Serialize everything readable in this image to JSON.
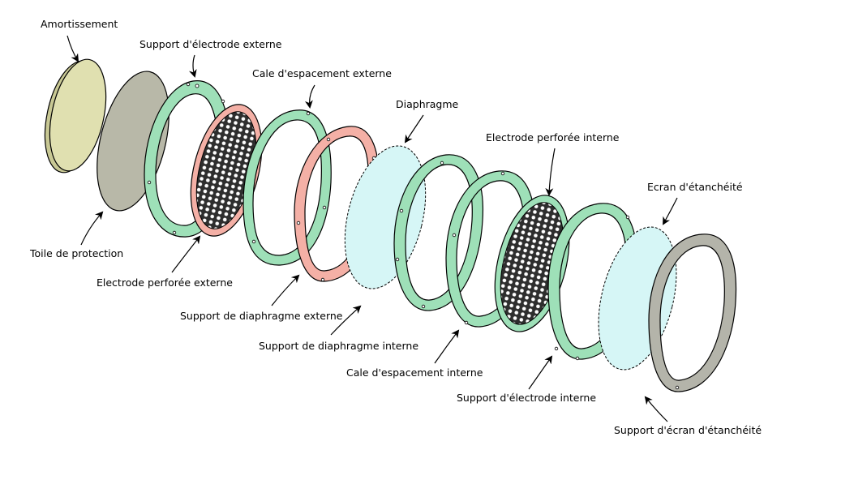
{
  "colors": {
    "cushion": "#e0e0b0",
    "cushion_side": "#c8c894",
    "mesh": "#b8b8a8",
    "green": "#9ee0b8",
    "pink": "#f4b0a6",
    "diaphragm": "#d6f6f6",
    "grey": "#b4b4aa",
    "electrode_dark": "#3c3c3c"
  },
  "labels": {
    "amortissement": "Amortissement",
    "support_electrode_externe": "Support d'électrode externe",
    "cale_espacement_externe": "Cale d'espacement externe",
    "diaphragme": "Diaphragme",
    "electrode_perforee_interne": "Electrode perforée interne",
    "ecran_etancheite": "Ecran d'étanchéité",
    "toile_protection": "Toile de protection",
    "electrode_perforee_externe": "Electrode perforée externe",
    "support_diaphragme_externe": "Support de diaphragme externe",
    "support_diaphragme_interne": "Support de diaphragme interne",
    "cale_espacement_interne": "Cale d'espacement interne",
    "support_electrode_interne": "Support d'électrode interne",
    "support_ecran_etancheite": "Support d'écran d'étanchéité"
  }
}
